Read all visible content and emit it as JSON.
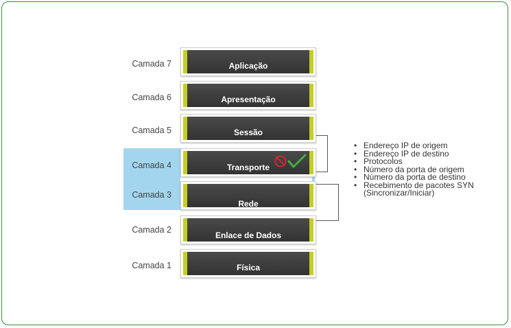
{
  "layers": [
    {
      "label": "Camada 7",
      "name": "Aplicação"
    },
    {
      "label": "Camada 6",
      "name": "Apresentação"
    },
    {
      "label": "Camada 5",
      "name": "Sessão"
    },
    {
      "label": "Camada 4",
      "name": "Transporte"
    },
    {
      "label": "Camada 3",
      "name": "Rede"
    },
    {
      "label": "Camada 2",
      "name": "Enlace de Dados"
    },
    {
      "label": "Camada 1",
      "name": "Física"
    }
  ],
  "bullets": [
    "Endereço IP de origem",
    "Endereço IP de destino",
    "Protocolos",
    "Número da porta de origem",
    "Número da porta de destino",
    "Recebimento de pacotes SYN (Sincronizar/Iniciar)"
  ],
  "icons": {
    "no": "prohibited-icon",
    "ok": "checkmark-icon"
  },
  "colors": {
    "highlight": "#a3d6ee",
    "accent": "#c4cf24",
    "check": "#3fb13f",
    "no": "#d7282f"
  }
}
